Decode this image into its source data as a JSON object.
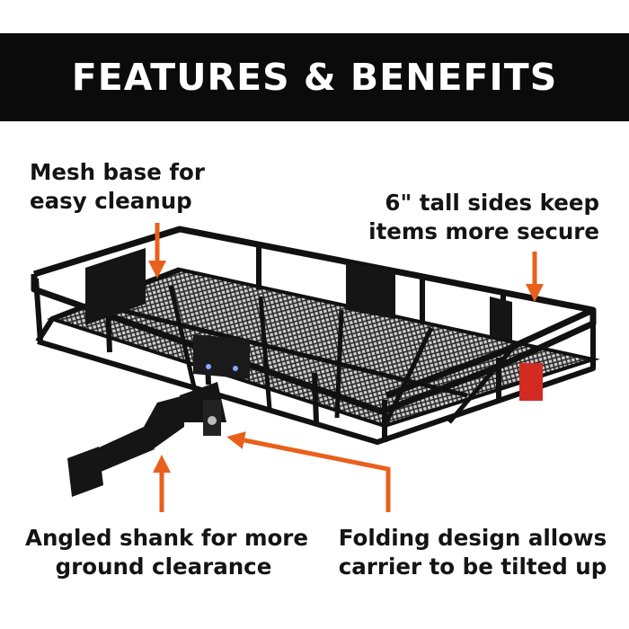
{
  "banner": {
    "title": "FEATURES & BENEFITS"
  },
  "callouts": {
    "mesh": {
      "line1": "Mesh base for",
      "line2": "easy cleanup"
    },
    "sides": {
      "line1": "6\" tall sides keep",
      "line2": "items more secure"
    },
    "shank": {
      "line1": "Angled shank for more",
      "line2": "ground clearance"
    },
    "folding": {
      "line1": "Folding design allows",
      "line2": "carrier to be tilted up"
    }
  },
  "colors": {
    "banner_bg": "#0b0b0b",
    "banner_text": "#ffffff",
    "arrow": "#e8601c",
    "caption_text": "#141414",
    "carrier": "#111111",
    "reflector": "#d42a24"
  },
  "image": {
    "subject": "hitch-mounted cargo carrier with mesh base"
  }
}
